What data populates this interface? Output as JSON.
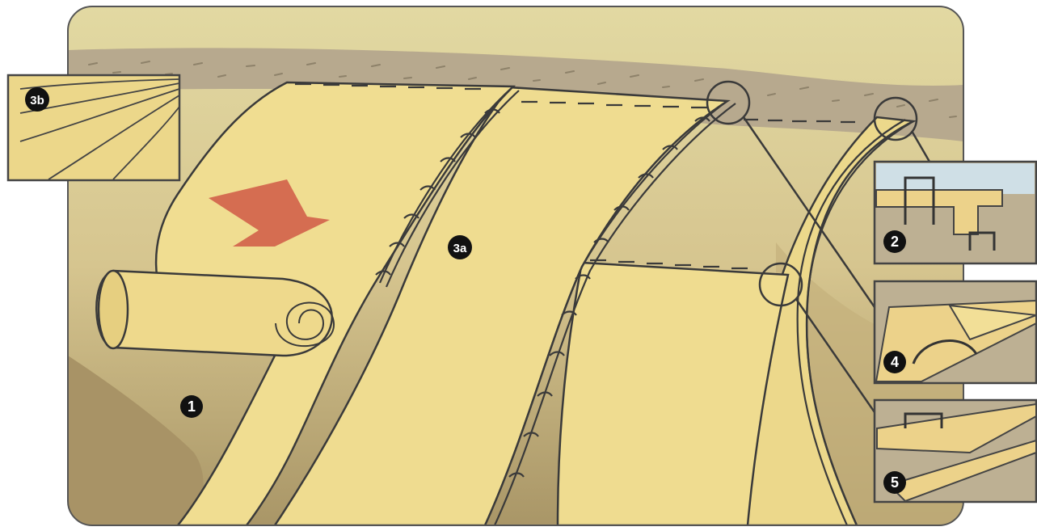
{
  "markers": {
    "m1": "1",
    "m2": "2",
    "m3a": "3a",
    "m3b": "3b",
    "m4": "4",
    "m5": "5"
  },
  "colors": {
    "sky": "#e8e0a8",
    "ground": "#c9b987",
    "ground_dark": "#8f7f5a",
    "soil": "#b9a88a",
    "blanket": "#efdb8c",
    "arrow": "#d2604a",
    "outline": "#3a3a3a",
    "marker_fill": "#111111"
  },
  "icons": [
    "direction-arrow-icon",
    "staple-icon"
  ]
}
